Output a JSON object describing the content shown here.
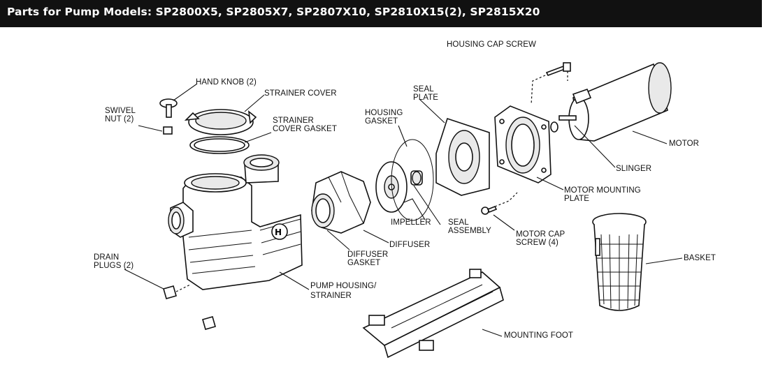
{
  "header": {
    "title": "Parts for Pump Models: SP2800X5, SP2805X7, SP2807X10, SP2810X15(2), SP2815X20"
  },
  "labels": {
    "housing_cap_screw": "HOUSING CAP SCREW",
    "hand_knob": "HAND KNOB (2)",
    "strainer_cover": "STRAINER COVER",
    "swivel_nut_1": "SWIVEL",
    "swivel_nut_2": "NUT (2)",
    "strainer_cover_gasket_1": "STRAINER",
    "strainer_cover_gasket_2": "COVER GASKET",
    "housing_gasket_1": "HOUSING",
    "housing_gasket_2": "GASKET",
    "seal_plate_1": "SEAL",
    "seal_plate_2": "PLATE",
    "motor": "MOTOR",
    "slinger": "SLINGER",
    "motor_mounting_plate_1": "MOTOR MOUNTING",
    "motor_mounting_plate_2": "PLATE",
    "impeller": "IMPELLER",
    "seal_assembly_1": "SEAL",
    "seal_assembly_2": "ASSEMBLY",
    "motor_cap_screw_1": "MOTOR CAP",
    "motor_cap_screw_2": "SCREW (4)",
    "diffuser": "DIFFUSER",
    "diffuser_gasket_1": "DIFFUSER",
    "diffuser_gasket_2": "GASKET",
    "basket": "BASKET",
    "drain_plugs_1": "DRAIN",
    "drain_plugs_2": "PLUGS (2)",
    "pump_housing_1": "PUMP HOUSING/",
    "pump_housing_2": "STRAINER",
    "mounting_foot": "MOUNTING FOOT"
  }
}
